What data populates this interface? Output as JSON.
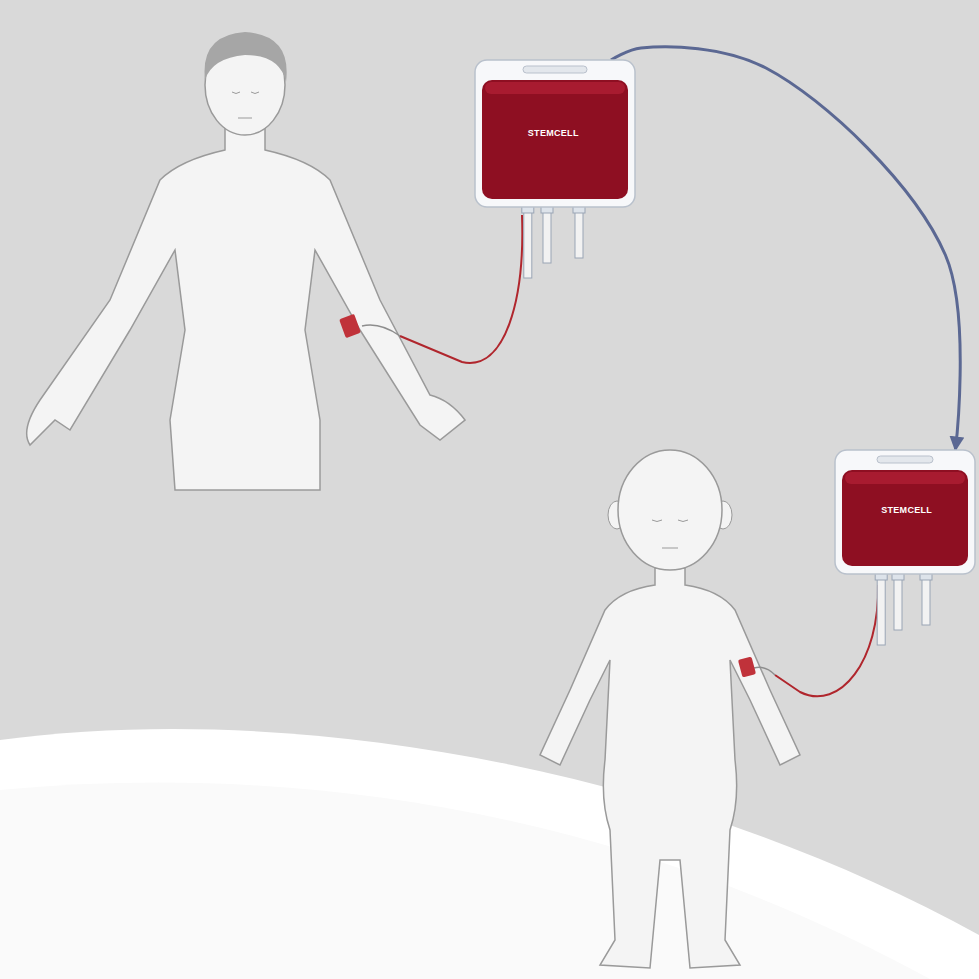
{
  "diagram": {
    "nodes": [
      {
        "text": [
          "STEMCELL"
        ]
      },
      {
        "text": [
          "STEMCELL"
        ]
      }
    ],
    "edges": [
      {
        "from": 0,
        "to": 1,
        "arrow": "to"
      }
    ]
  }
}
